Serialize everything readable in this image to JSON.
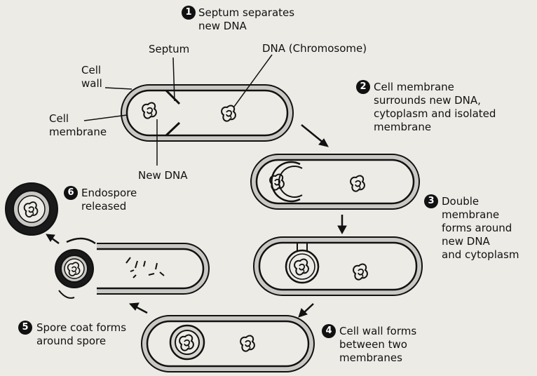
{
  "steps": [
    {
      "number": "1",
      "text": "Septum separates\nnew DNA"
    },
    {
      "number": "2",
      "text": "Cell membrane\nsurrounds new DNA,\ncytoplasm and isolated\nmembrane"
    },
    {
      "number": "3",
      "text": "Double\nmembrane\nforms around\nnew DNA\nand cytoplasm"
    },
    {
      "number": "4",
      "text": "Cell wall forms\nbetween two\nmembranes"
    },
    {
      "number": "5",
      "text": "Spore coat forms\naround spore"
    },
    {
      "number": "6",
      "text": "Endospore\nreleased"
    }
  ],
  "labels": {
    "septum": "Septum",
    "dna": "DNA (Chromosome)",
    "cell_wall": "Cell\nwall",
    "cell_membrane": "Cell\nmembrane",
    "new_dna": "New DNA"
  },
  "colors": {
    "wall_fill": "#c9c8c4",
    "outline": "#111111",
    "background": "#ecebe6",
    "spore_coat": "#2a2a2a"
  }
}
